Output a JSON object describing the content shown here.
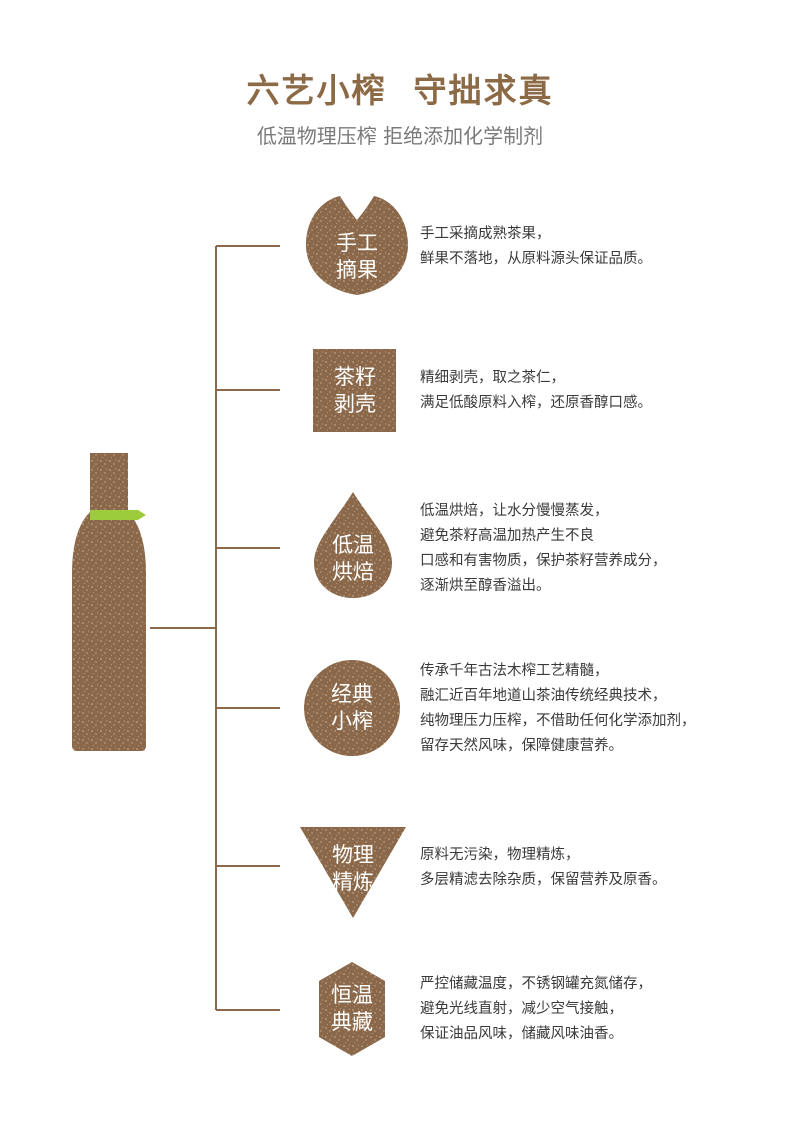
{
  "header": {
    "title": "六艺小榨  守拙求真",
    "subtitle": "低温物理压榨 拒绝添加化学制剂"
  },
  "colors": {
    "brand_brown": "#8c6a46",
    "badge_brown": "#8a6849",
    "label_green": "#9ccc3b"
  },
  "steps": [
    {
      "shape": "lotus",
      "badge": [
        "手工",
        "摘果"
      ],
      "desc": [
        "手工采摘成熟茶果，",
        "鲜果不落地，从原料源头保证品质。"
      ]
    },
    {
      "shape": "square",
      "badge": [
        "茶籽",
        "剥壳"
      ],
      "desc": [
        "精细剥壳，取之茶仁，",
        "满足低酸原料入榨，还原香醇口感。"
      ]
    },
    {
      "shape": "drop",
      "badge": [
        "低温",
        "烘焙"
      ],
      "desc": [
        "低温烘焙，让水分慢慢蒸发，",
        "避免茶籽高温加热产生不良",
        "口感和有害物质，保护茶籽营养成分，",
        "逐渐烘至醇香溢出。"
      ]
    },
    {
      "shape": "circle",
      "badge": [
        "经典",
        "小榨"
      ],
      "desc": [
        "传承千年古法木榨工艺精髓，",
        "融汇近百年地道山茶油传统经典技术，",
        "纯物理压力压榨，不借助任何化学添加剂，",
        "留存天然风味，保障健康营养。"
      ]
    },
    {
      "shape": "triangle",
      "badge": [
        "物理",
        "精炼"
      ],
      "desc": [
        "原料无污染，物理精炼，",
        "多层精滤去除杂质，保留营养及原香。"
      ]
    },
    {
      "shape": "hexagon",
      "badge": [
        "恒温",
        "典藏"
      ],
      "desc": [
        "严控储藏温度，不锈钢罐充氮储存，",
        "避免光线直射，减少空气接触，",
        "保证油品风味，储藏风味油香。"
      ]
    }
  ]
}
